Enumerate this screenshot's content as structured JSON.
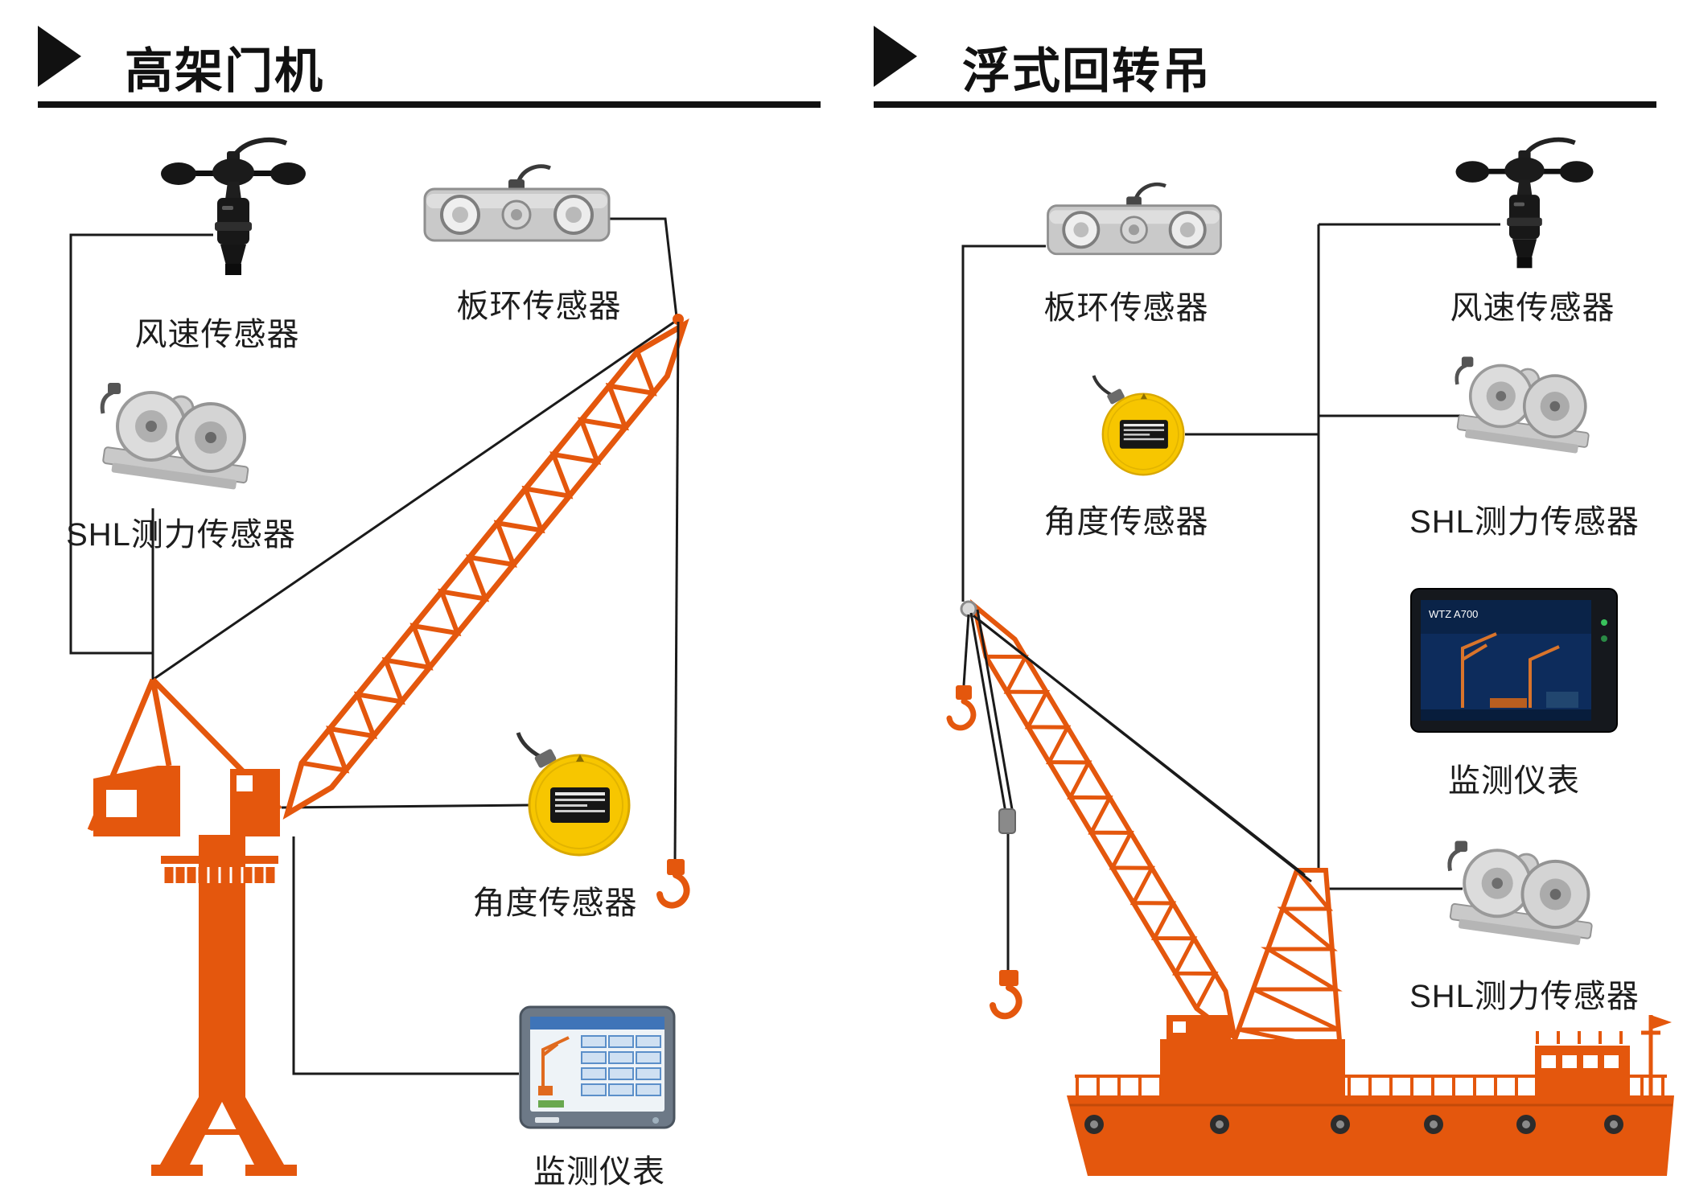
{
  "colors": {
    "crane_orange": "#E4570D",
    "sensor_yellow": "#F7C600",
    "header_black": "#111111",
    "connector_line": "#1A1A1A"
  },
  "sections": [
    {
      "id": "left",
      "title": "高架门机",
      "items": [
        {
          "id": "wind",
          "label": "风速传感器",
          "icon": "anemometer-icon"
        },
        {
          "id": "plate-ring",
          "label": "板环传感器",
          "icon": "plate-ring-load-cell-icon"
        },
        {
          "id": "shl",
          "label": "SHL测力传感器",
          "icon": "pulley-load-cell-icon"
        },
        {
          "id": "angle",
          "label": "角度传感器",
          "icon": "angle-sensor-icon"
        },
        {
          "id": "monitor",
          "label": "监测仪表",
          "icon": "monitor-icon"
        }
      ]
    },
    {
      "id": "right",
      "title": "浮式回转吊",
      "items": [
        {
          "id": "plate-ring",
          "label": "板环传感器",
          "icon": "plate-ring-load-cell-icon"
        },
        {
          "id": "wind",
          "label": "风速传感器",
          "icon": "anemometer-icon"
        },
        {
          "id": "angle",
          "label": "角度传感器",
          "icon": "angle-sensor-icon"
        },
        {
          "id": "shl-upper",
          "label": "SHL测力传感器",
          "icon": "pulley-load-cell-icon"
        },
        {
          "id": "monitor",
          "label": "监测仪表",
          "icon": "monitor-icon",
          "model": "WTZ A700"
        },
        {
          "id": "shl-lower",
          "label": "SHL测力传感器",
          "icon": "pulley-load-cell-icon"
        }
      ]
    }
  ]
}
